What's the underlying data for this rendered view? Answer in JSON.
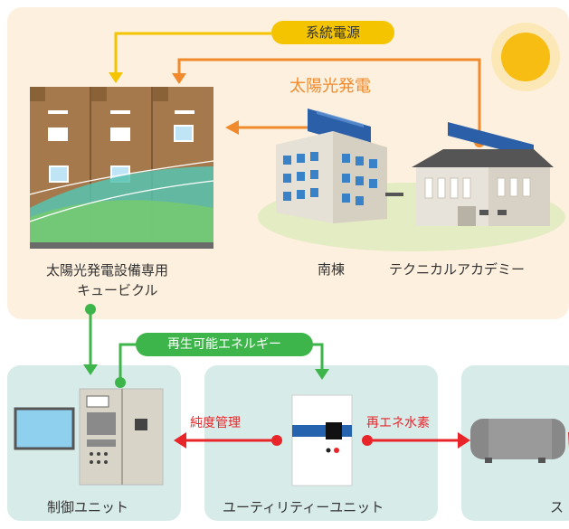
{
  "labels": {
    "grid_power": "系統電源",
    "solar_power": "太陽光発電",
    "cubicle_line1": "太陽光発電設備専用",
    "cubicle_line2": "キュービクル",
    "south_building": "南棟",
    "tech_academy": "テクニカルアカデミー",
    "renewable_energy": "再生可能エネルギー",
    "purity_management": "純度管理",
    "renewable_hydrogen": "再エネ水素",
    "control_unit": "制御ユニット",
    "utility_unit": "ユーティリティーユニット",
    "storage_partial": "ス"
  },
  "colors": {
    "top_bg": "#fdf0de",
    "bottom_bg": "#d7ece9",
    "grid_yellow": "#f5c400",
    "solar_orange": "#f08a2c",
    "renewable_green": "#3db54a",
    "hydrogen_red": "#e8262a",
    "sun": "#f7b500"
  },
  "icons": [
    "sun-icon",
    "solar-panel-icon",
    "building-icon",
    "cubicle-icon",
    "control-panel-icon",
    "utility-unit-icon",
    "tank-icon",
    "monitor-icon"
  ]
}
